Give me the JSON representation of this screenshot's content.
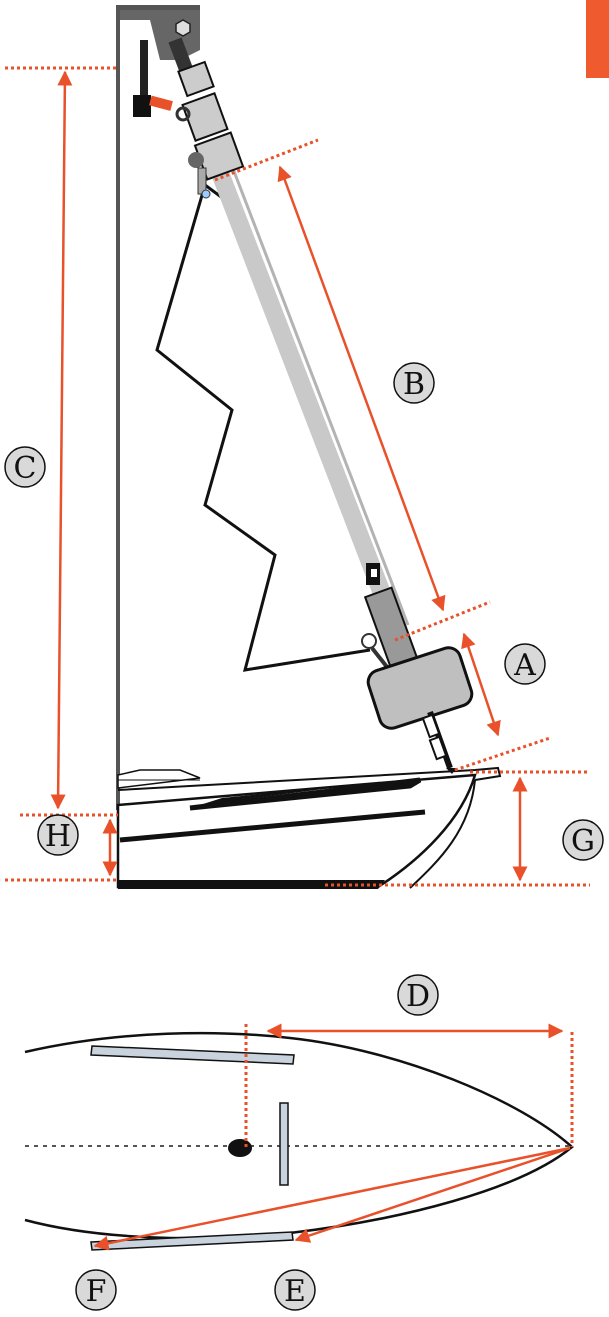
{
  "labels": {
    "A": "A",
    "B": "B",
    "C": "C",
    "D": "D",
    "E": "E",
    "F": "F",
    "G": "G",
    "H": "H"
  },
  "colors": {
    "dimension": "#e8512a",
    "corner_tab": "#ef5a2f",
    "furler_gray": "#c9c9c9",
    "drum": "#bfbfbf",
    "label_fill": "#d9d9d9",
    "outline": "#111111",
    "track": "#c9d3dd"
  },
  "icons": [
    "corner-tab",
    "swivel-icon",
    "drum-icon",
    "shackle-icon",
    "chainplate-icon"
  ]
}
